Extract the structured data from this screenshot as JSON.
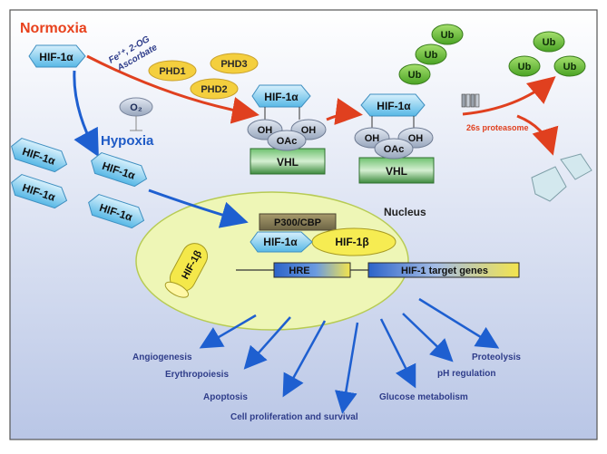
{
  "title": "Normoxia",
  "hypoxia_label": "Hypoxia",
  "hif1a": "HIF-1α",
  "hif1b": "HIF-1β",
  "cofactors": "Fe²⁺, 2-OG\nAscorbate",
  "o2": "O₂",
  "phd": [
    "PHD1",
    "PHD3",
    "PHD2"
  ],
  "oh": "OH",
  "oac": "OAc",
  "vhl": "VHL",
  "ub": "Ub",
  "proteasome": "26s proteasome",
  "nucleus": "Nucleus",
  "p300": "P300/CBP",
  "hre": "HRE",
  "target_genes": "HIF-1 target genes",
  "outcomes": [
    "Angiogenesis",
    "Erythropoiesis",
    "Apoptosis",
    "Cell proliferation and survival",
    "Glucose metabolism",
    "pH regulation",
    "Proteolysis"
  ],
  "colors": {
    "title": "#e8411c",
    "hypoxia": "#1f5bc6",
    "red_arrow": "#e0401f",
    "blue_arrow": "#1e5fd0",
    "hif": "#8fd4f5",
    "phd": "#f4cf3e",
    "ub": "#6cc23c",
    "vhl": "#4fa552",
    "nucleus": "#eef6b6",
    "label": "#2f3d8a"
  }
}
